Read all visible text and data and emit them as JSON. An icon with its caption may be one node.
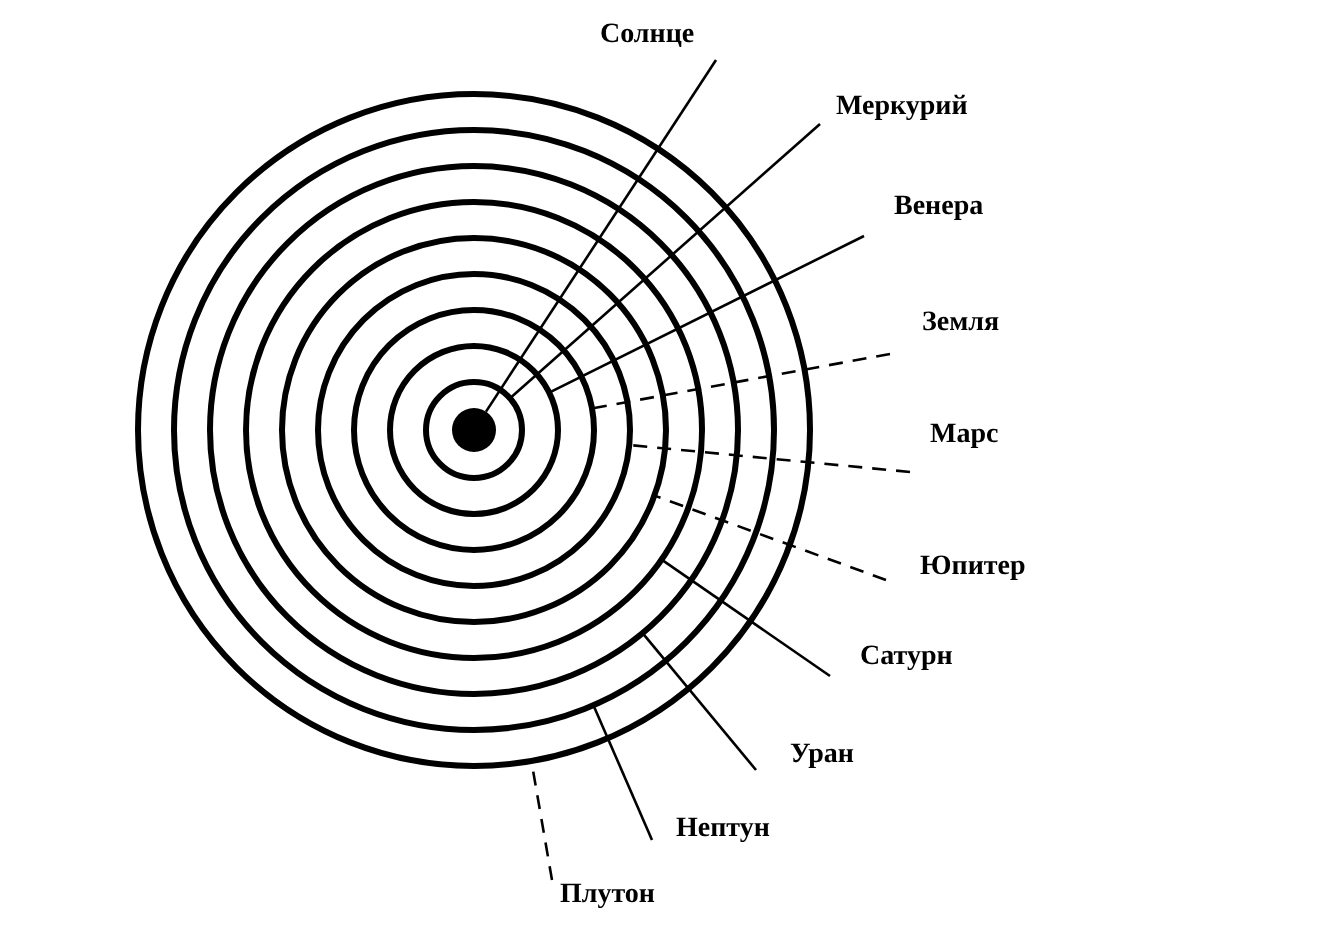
{
  "diagram": {
    "nodes": [
      {
        "text": [
          "Солнце"
        ]
      },
      {
        "text": [
          "Меркурий"
        ]
      },
      {
        "text": [
          "Венера"
        ]
      },
      {
        "text": [
          "Земля"
        ]
      },
      {
        "text": [
          "Марс"
        ]
      },
      {
        "text": [
          "Юпитер"
        ]
      },
      {
        "text": [
          "Сатурн"
        ]
      },
      {
        "text": [
          "Уран"
        ]
      },
      {
        "text": [
          "Нептун"
        ]
      },
      {
        "text": [
          "Плутон"
        ]
      },
      {
        "text": [],
        "shape": "circle",
        "in": 11
      },
      {
        "text": [],
        "shape": "circle",
        "in": 12
      },
      {
        "text": [],
        "shape": "circle",
        "in": 13
      },
      {
        "text": [],
        "shape": "circle",
        "in": 14
      },
      {
        "text": [],
        "shape": "circle",
        "in": 15
      },
      {
        "text": [],
        "shape": "circle",
        "in": 16
      },
      {
        "text": [],
        "shape": "circle",
        "in": 17
      },
      {
        "text": [],
        "shape": "circle",
        "in": 18
      },
      {
        "text": [],
        "shape": "circle",
        "in": 19
      },
      {
        "text": [],
        "shape": "circle"
      }
    ],
    "edges": [
      {
        "from": 0,
        "to": 10,
        "arrow": "none"
      },
      {
        "from": 1,
        "to": 11,
        "arrow": "none"
      },
      {
        "from": 2,
        "to": 12,
        "arrow": "none"
      },
      {
        "from": 3,
        "to": 13,
        "arrow": "none",
        "style": "dashed"
      },
      {
        "from": 4,
        "to": 14,
        "arrow": "none",
        "style": "dashed"
      },
      {
        "from": 5,
        "to": 15,
        "arrow": "none",
        "style": "dashed"
      },
      {
        "from": 6,
        "to": 16,
        "arrow": "none"
      },
      {
        "from": 7,
        "to": 17,
        "arrow": "none"
      },
      {
        "from": 8,
        "to": 18,
        "arrow": "none"
      },
      {
        "from": 9,
        "to": 19,
        "arrow": "none",
        "style": "dashed"
      }
    ]
  }
}
